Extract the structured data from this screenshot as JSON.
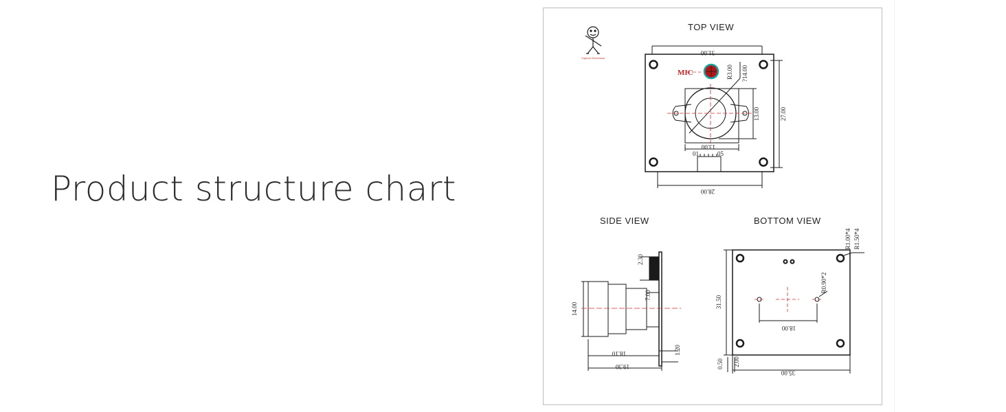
{
  "slide": {
    "title": "Product structure chart"
  },
  "drawing": {
    "views": {
      "top": "TOP VIEW",
      "side": "SIDE VIEW",
      "bottom": "BOTTOM VIEW"
    },
    "mic_label": "MIC",
    "logo_caption": "Capture Dimension",
    "top_dims": {
      "width_top": "31.00",
      "mic_radius": "R3.00",
      "lens_dia": "?14.00",
      "lens_height": "13.00",
      "board_height": "27.00",
      "lens_width": "13.00",
      "conn_left": "01",
      "conn_right": "05",
      "width_bottom": "28.00"
    },
    "side_dims": {
      "thickness": "2.30",
      "lens_dia": "14.00",
      "inner": "7.00",
      "pcb": "1.20",
      "len_a": "18.10",
      "len_b": "19.30"
    },
    "bottom_dims": {
      "r1": "R1.00*4",
      "r2": "R1.50*4",
      "hole": "R0.90*2",
      "height": "31.50",
      "spacing": "18.00",
      "offset_a": "0.50",
      "offset_b": "2.00",
      "width": "35.00"
    },
    "colors": {
      "line": "#1a1a1a",
      "centerline": "#d62a2a",
      "frame": "#bdbdbd",
      "mic_fill": "#b01818",
      "mic_ring": "#19a3a3"
    }
  }
}
